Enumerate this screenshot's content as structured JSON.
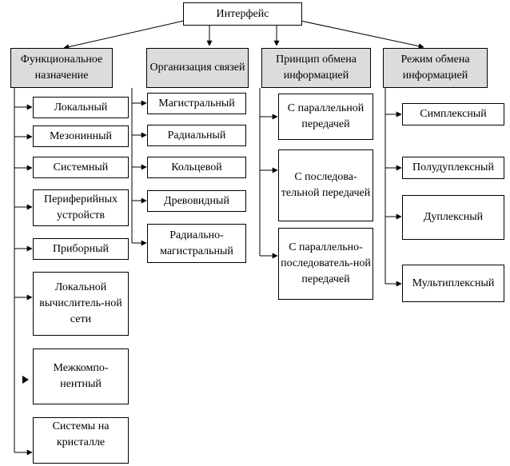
{
  "colors": {
    "header_fill": "#dcdcdc",
    "line": "#000000",
    "box_fill": "#ffffff"
  },
  "root": {
    "label": "Интерфейс"
  },
  "categories": [
    {
      "title": "Функциональное назначение",
      "items": [
        "Локальный",
        "Мезонинный",
        "Системный",
        "Периферийных устройств",
        "Приборный",
        "Локальной вычислитель-ной сети",
        "Межкомпо-нентный",
        "Системы на кристалле"
      ]
    },
    {
      "title": "Организация связей",
      "items": [
        "Магистральный",
        "Радиальный",
        "Кольцевой",
        "Древовидный",
        "Радиально-магистральный"
      ]
    },
    {
      "title": "Принцип обмена информацией",
      "items": [
        "С параллельной передачей",
        "С последова-тельной передачей",
        "С параллельно-последователь-ной передачей"
      ]
    },
    {
      "title": "Режим обмена информацией",
      "items": [
        "Симплексный",
        "Полудуплексный",
        "Дуплексный",
        "Мультиплексный"
      ]
    }
  ]
}
